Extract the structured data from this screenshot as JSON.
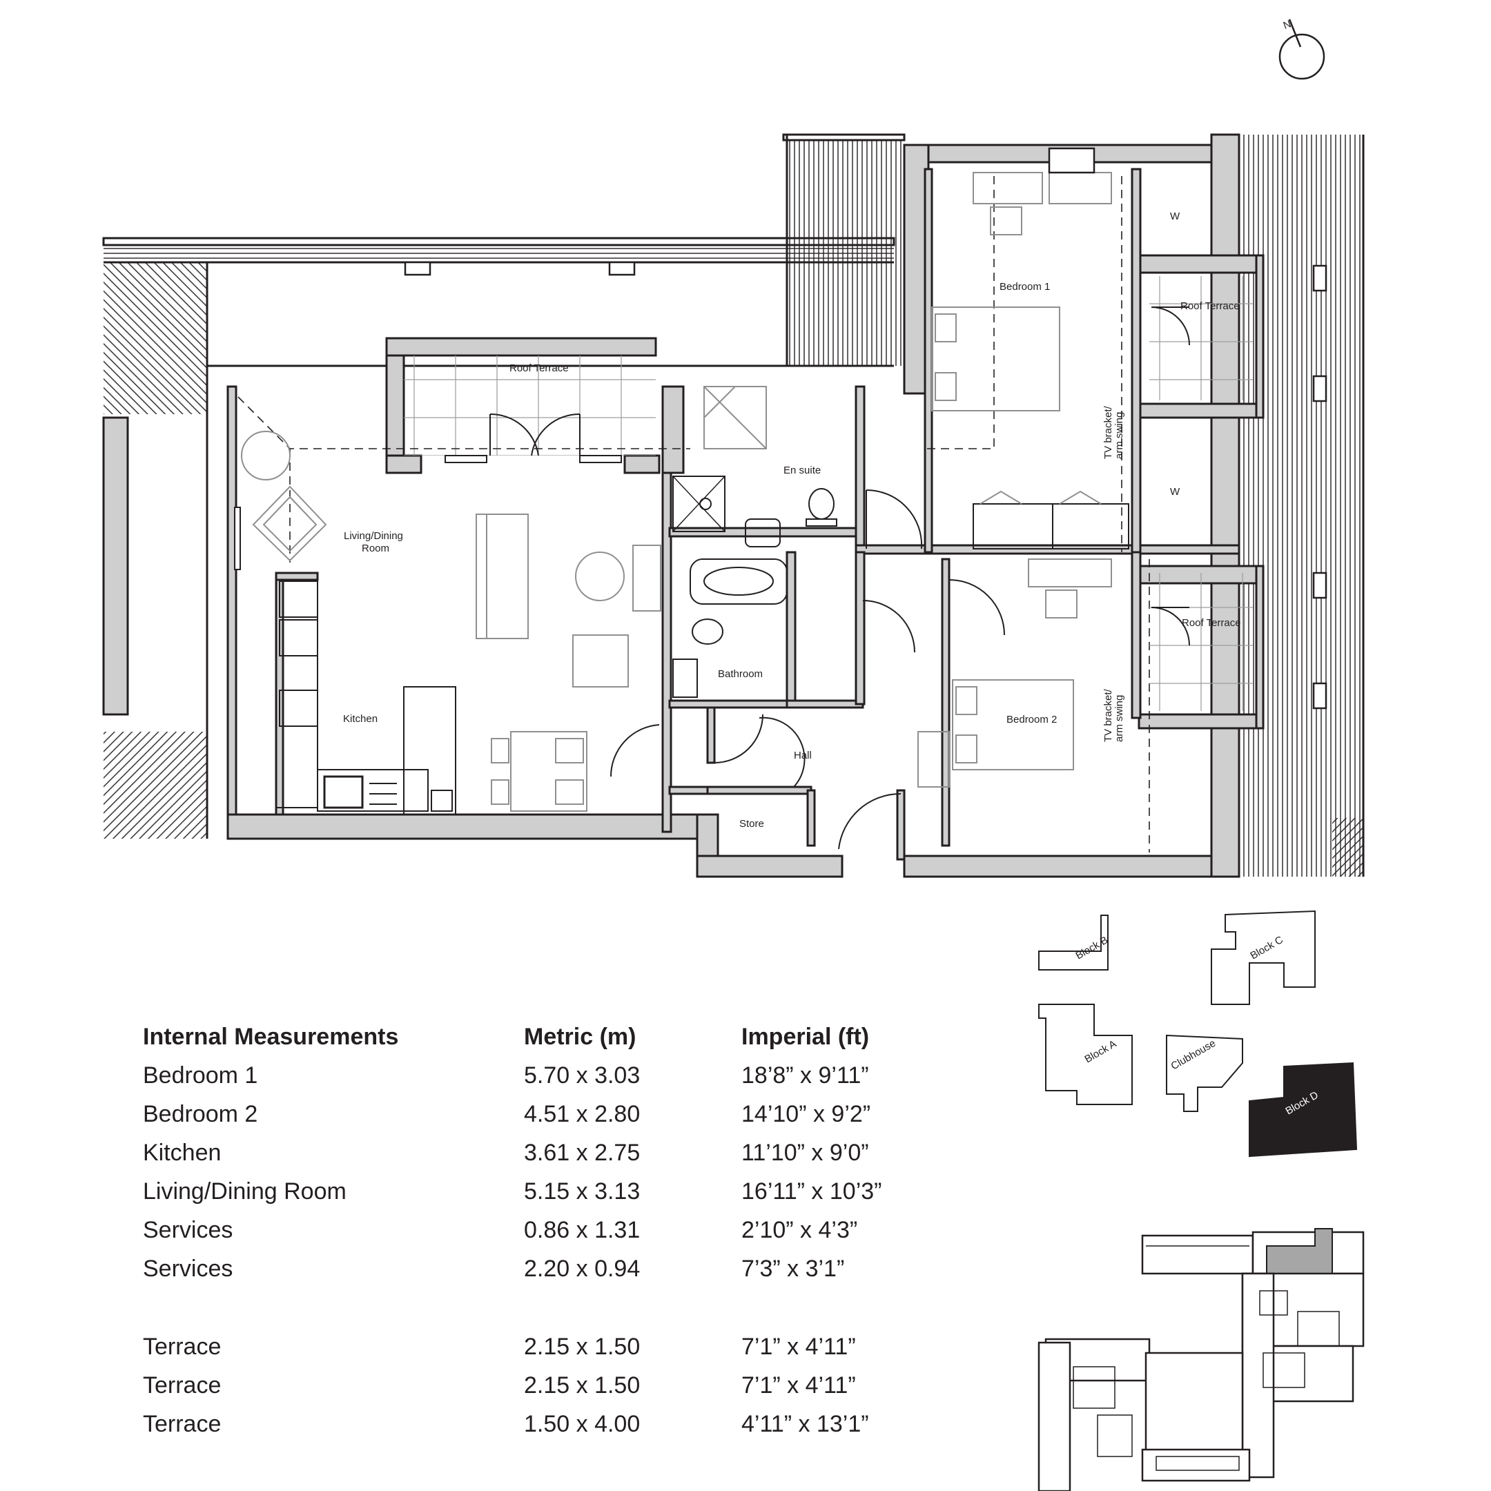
{
  "plan": {
    "rooms": {
      "roof_terrace_main": "Roof Terrace",
      "living_dining": [
        "Living/Dining",
        "Room"
      ],
      "kitchen": "Kitchen",
      "en_suite": "En suite",
      "bathroom": "Bathroom",
      "hall": "Hall",
      "store": "Store",
      "bedroom1": "Bedroom 1",
      "bedroom2": "Bedroom 2",
      "roof_terrace_1": "Roof Terrace",
      "roof_terrace_2": "Roof Terrace",
      "wardrobe1": "W",
      "wardrobe2": "W",
      "tv_note": [
        "TV bracket/",
        "arm swing"
      ]
    },
    "compass": "N"
  },
  "key_plan": {
    "blocks": [
      "Block B",
      "Block C",
      "Block A",
      "Clubhouse",
      "Block D"
    ],
    "highlighted": "Block D",
    "highlight_color": "#231f20"
  },
  "measurements": {
    "headers": [
      "Internal Measurements",
      "Metric (m)",
      "Imperial (ft)"
    ],
    "rows": [
      [
        "Bedroom 1",
        "5.70 x 3.03",
        "18’8” x 9’11”"
      ],
      [
        "Bedroom 2",
        "4.51 x 2.80",
        "14’10” x 9’2”"
      ],
      [
        "Kitchen",
        "3.61 x 2.75",
        "11’10” x 9’0”"
      ],
      [
        "Living/Dining Room",
        "5.15 x 3.13",
        "16’11” x 10’3”"
      ],
      [
        "Services",
        "0.86 x 1.31",
        "2’10” x 4’3”"
      ],
      [
        "Services",
        "2.20 x 0.94",
        "7’3” x 3’1”"
      ]
    ],
    "terraces": [
      [
        "Terrace",
        "2.15 x 1.50",
        "7’1” x 4’11”"
      ],
      [
        "Terrace",
        "2.15 x 1.50",
        "7’1” x 4’11”"
      ],
      [
        "Terrace",
        "1.50 x 4.00",
        "4’11” x 13’1”"
      ]
    ]
  },
  "colors": {
    "ink": "#231f20",
    "wall_fill": "#cfcfcf",
    "furniture": "#8f8f8f",
    "highlight_unit": "#a6a6a6"
  }
}
